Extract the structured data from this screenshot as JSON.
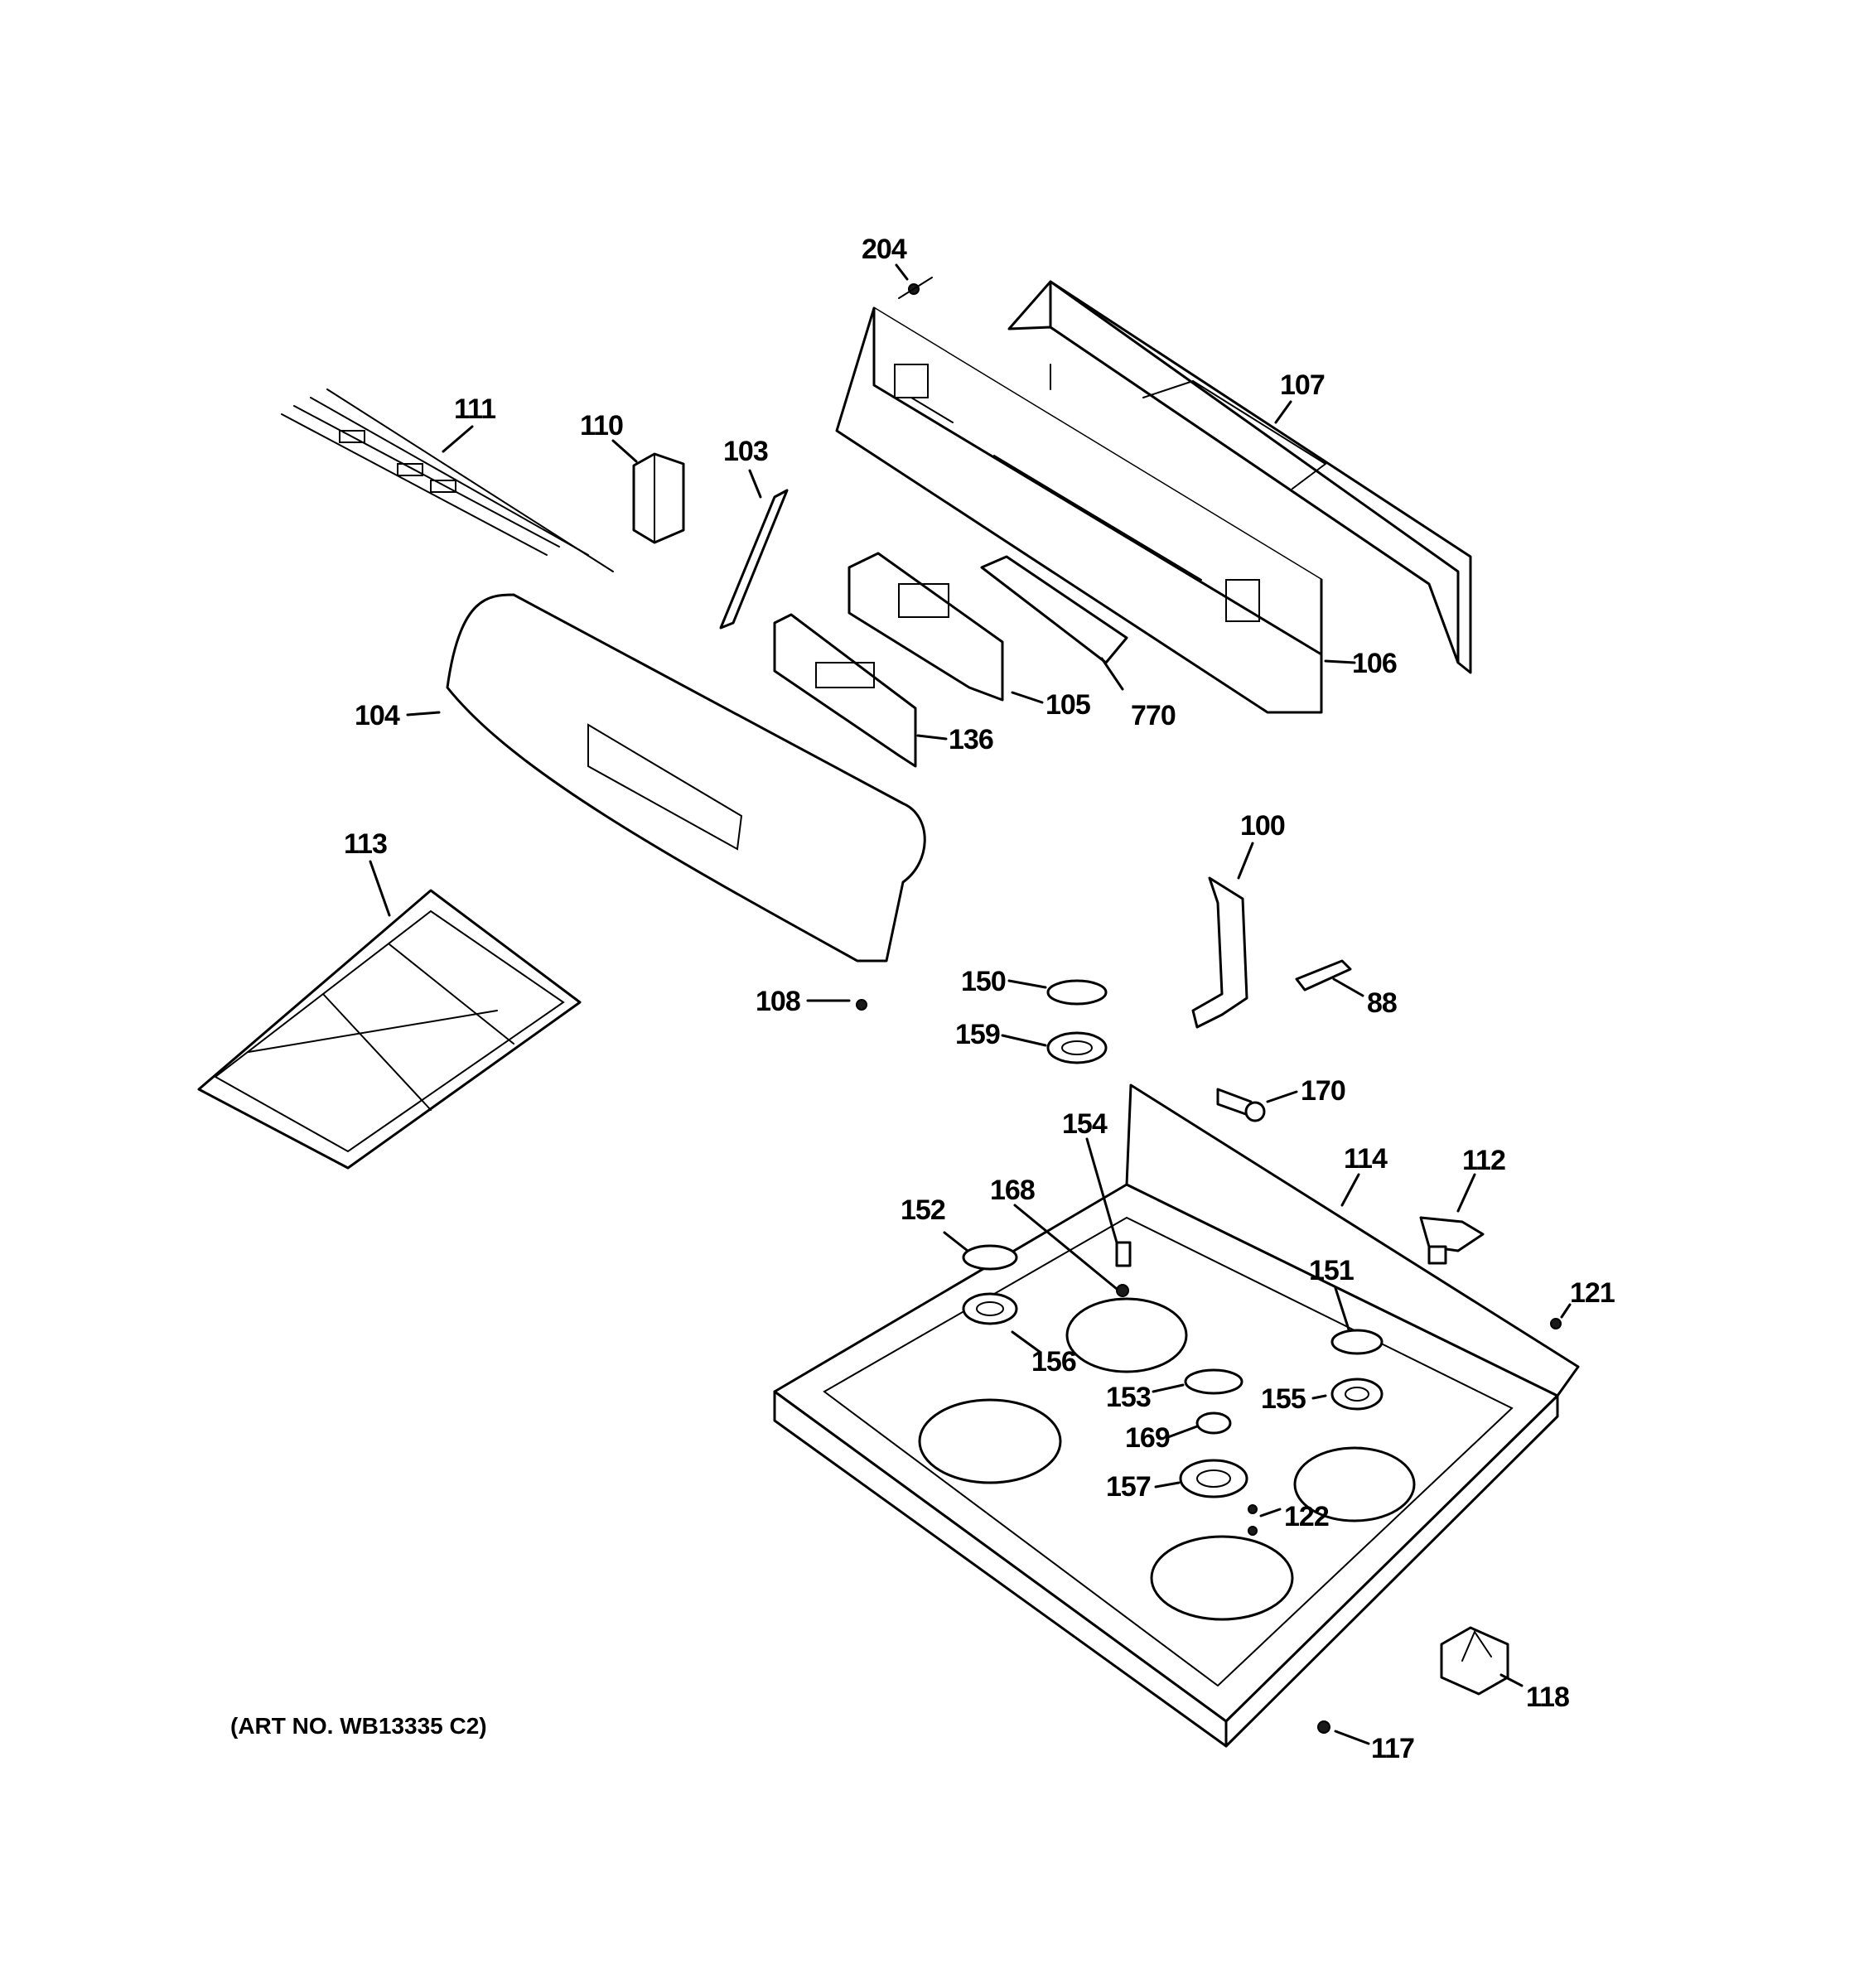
{
  "diagram": {
    "caption": "(ART NO. WB13335 C2)",
    "callouts": [
      {
        "id": "c204",
        "label": "204"
      },
      {
        "id": "c107",
        "label": "107"
      },
      {
        "id": "c111",
        "label": "111"
      },
      {
        "id": "c110",
        "label": "110"
      },
      {
        "id": "c103",
        "label": "103"
      },
      {
        "id": "c106",
        "label": "106"
      },
      {
        "id": "c105",
        "label": "105"
      },
      {
        "id": "c770",
        "label": "770"
      },
      {
        "id": "c104",
        "label": "104"
      },
      {
        "id": "c136",
        "label": "136"
      },
      {
        "id": "c113",
        "label": "113"
      },
      {
        "id": "c100",
        "label": "100"
      },
      {
        "id": "c150",
        "label": "150"
      },
      {
        "id": "c108",
        "label": "108"
      },
      {
        "id": "c88",
        "label": "88"
      },
      {
        "id": "c159",
        "label": "159"
      },
      {
        "id": "c170",
        "label": "170"
      },
      {
        "id": "c154",
        "label": "154"
      },
      {
        "id": "c114",
        "label": "114"
      },
      {
        "id": "c112",
        "label": "112"
      },
      {
        "id": "c152",
        "label": "152"
      },
      {
        "id": "c168",
        "label": "168"
      },
      {
        "id": "c151",
        "label": "151"
      },
      {
        "id": "c121",
        "label": "121"
      },
      {
        "id": "c156",
        "label": "156"
      },
      {
        "id": "c153",
        "label": "153"
      },
      {
        "id": "c155",
        "label": "155"
      },
      {
        "id": "c169",
        "label": "169"
      },
      {
        "id": "c157",
        "label": "157"
      },
      {
        "id": "c122",
        "label": "122"
      },
      {
        "id": "c118",
        "label": "118"
      },
      {
        "id": "c117",
        "label": "117"
      }
    ]
  }
}
